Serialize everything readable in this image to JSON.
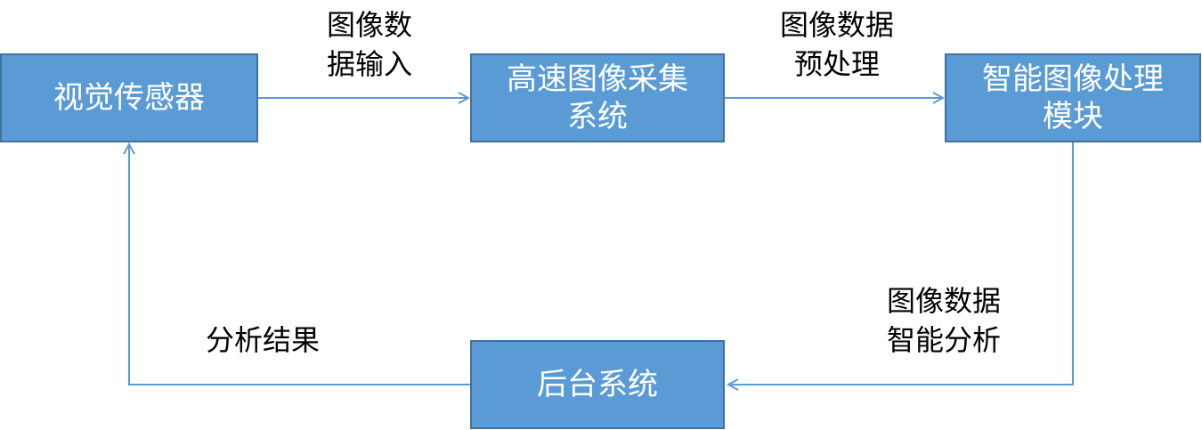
{
  "colors": {
    "node_fill": "#5b9bd5",
    "node_border": "#41719c",
    "arrow": "#5b9bd5",
    "node_text": "#ffffff",
    "label_text": "#000000"
  },
  "nodes": {
    "sensor": {
      "lines": [
        "视觉传感器"
      ]
    },
    "capture": {
      "lines": [
        "高速图像采集",
        "系统"
      ]
    },
    "processing": {
      "lines": [
        "智能图像处理",
        "模块"
      ]
    },
    "backend": {
      "lines": [
        "后台系统"
      ]
    }
  },
  "edges": {
    "sensor_to_capture": {
      "lines": [
        "图像数",
        "据输入"
      ]
    },
    "capture_to_processing": {
      "lines": [
        "图像数据",
        "预处理"
      ]
    },
    "processing_to_backend": {
      "lines": [
        "图像数据",
        "智能分析"
      ]
    },
    "backend_to_sensor": {
      "lines": [
        "分析结果"
      ]
    }
  }
}
